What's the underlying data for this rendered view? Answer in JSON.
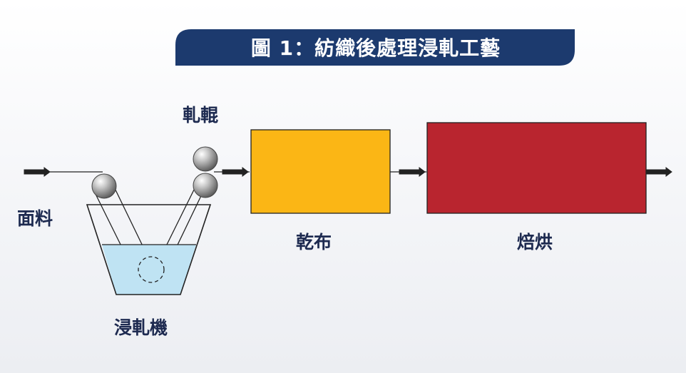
{
  "title": "圖 1：紡織後處理浸軋工藝",
  "labels": {
    "fabric": "面料",
    "roller": "軋輥",
    "padder": "浸軋機",
    "dryer": "乾布",
    "curing": "焙烘"
  },
  "colors": {
    "banner": "#1c3a6e",
    "dryer": "#fbb615",
    "curing": "#b9252f",
    "liquor": "#bfe3f3",
    "line": "#222222"
  },
  "icons": {
    "roller": "grey-sphere",
    "arrow": "arrowhead-right"
  }
}
